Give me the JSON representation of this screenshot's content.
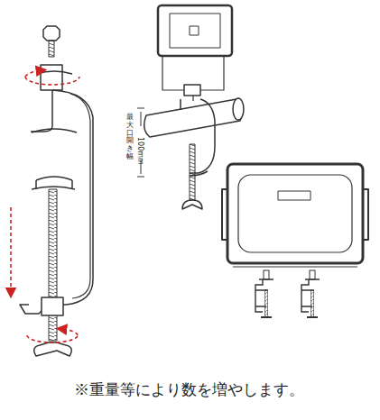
{
  "diagram": {
    "labels": [
      "最大口開き幅",
      "100mm",
      "※重量等により数を増やします。"
    ]
  }
}
